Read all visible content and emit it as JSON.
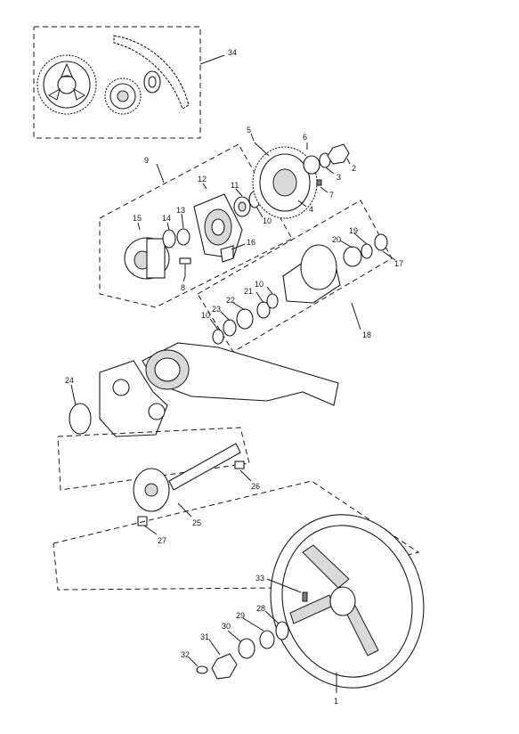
{
  "callouts": {
    "c1": "1",
    "c2": "2",
    "c3": "3",
    "c4": "4",
    "c5": "5",
    "c6": "6",
    "c7": "7",
    "c8": "8",
    "c9": "9",
    "c10a": "10",
    "c10b": "10",
    "c10c": "10",
    "c11": "11",
    "c12": "12",
    "c13": "13",
    "c14": "14",
    "c15": "15",
    "c16": "16",
    "c17": "17",
    "c18": "18",
    "c19": "19",
    "c20": "20",
    "c21": "21",
    "c22": "22",
    "c23": "23",
    "c24": "24",
    "c25": "25",
    "c26": "26",
    "c27": "27",
    "c28": "28",
    "c29": "29",
    "c30": "30",
    "c31": "31",
    "c32": "32",
    "c33": "33",
    "c34": "34"
  }
}
